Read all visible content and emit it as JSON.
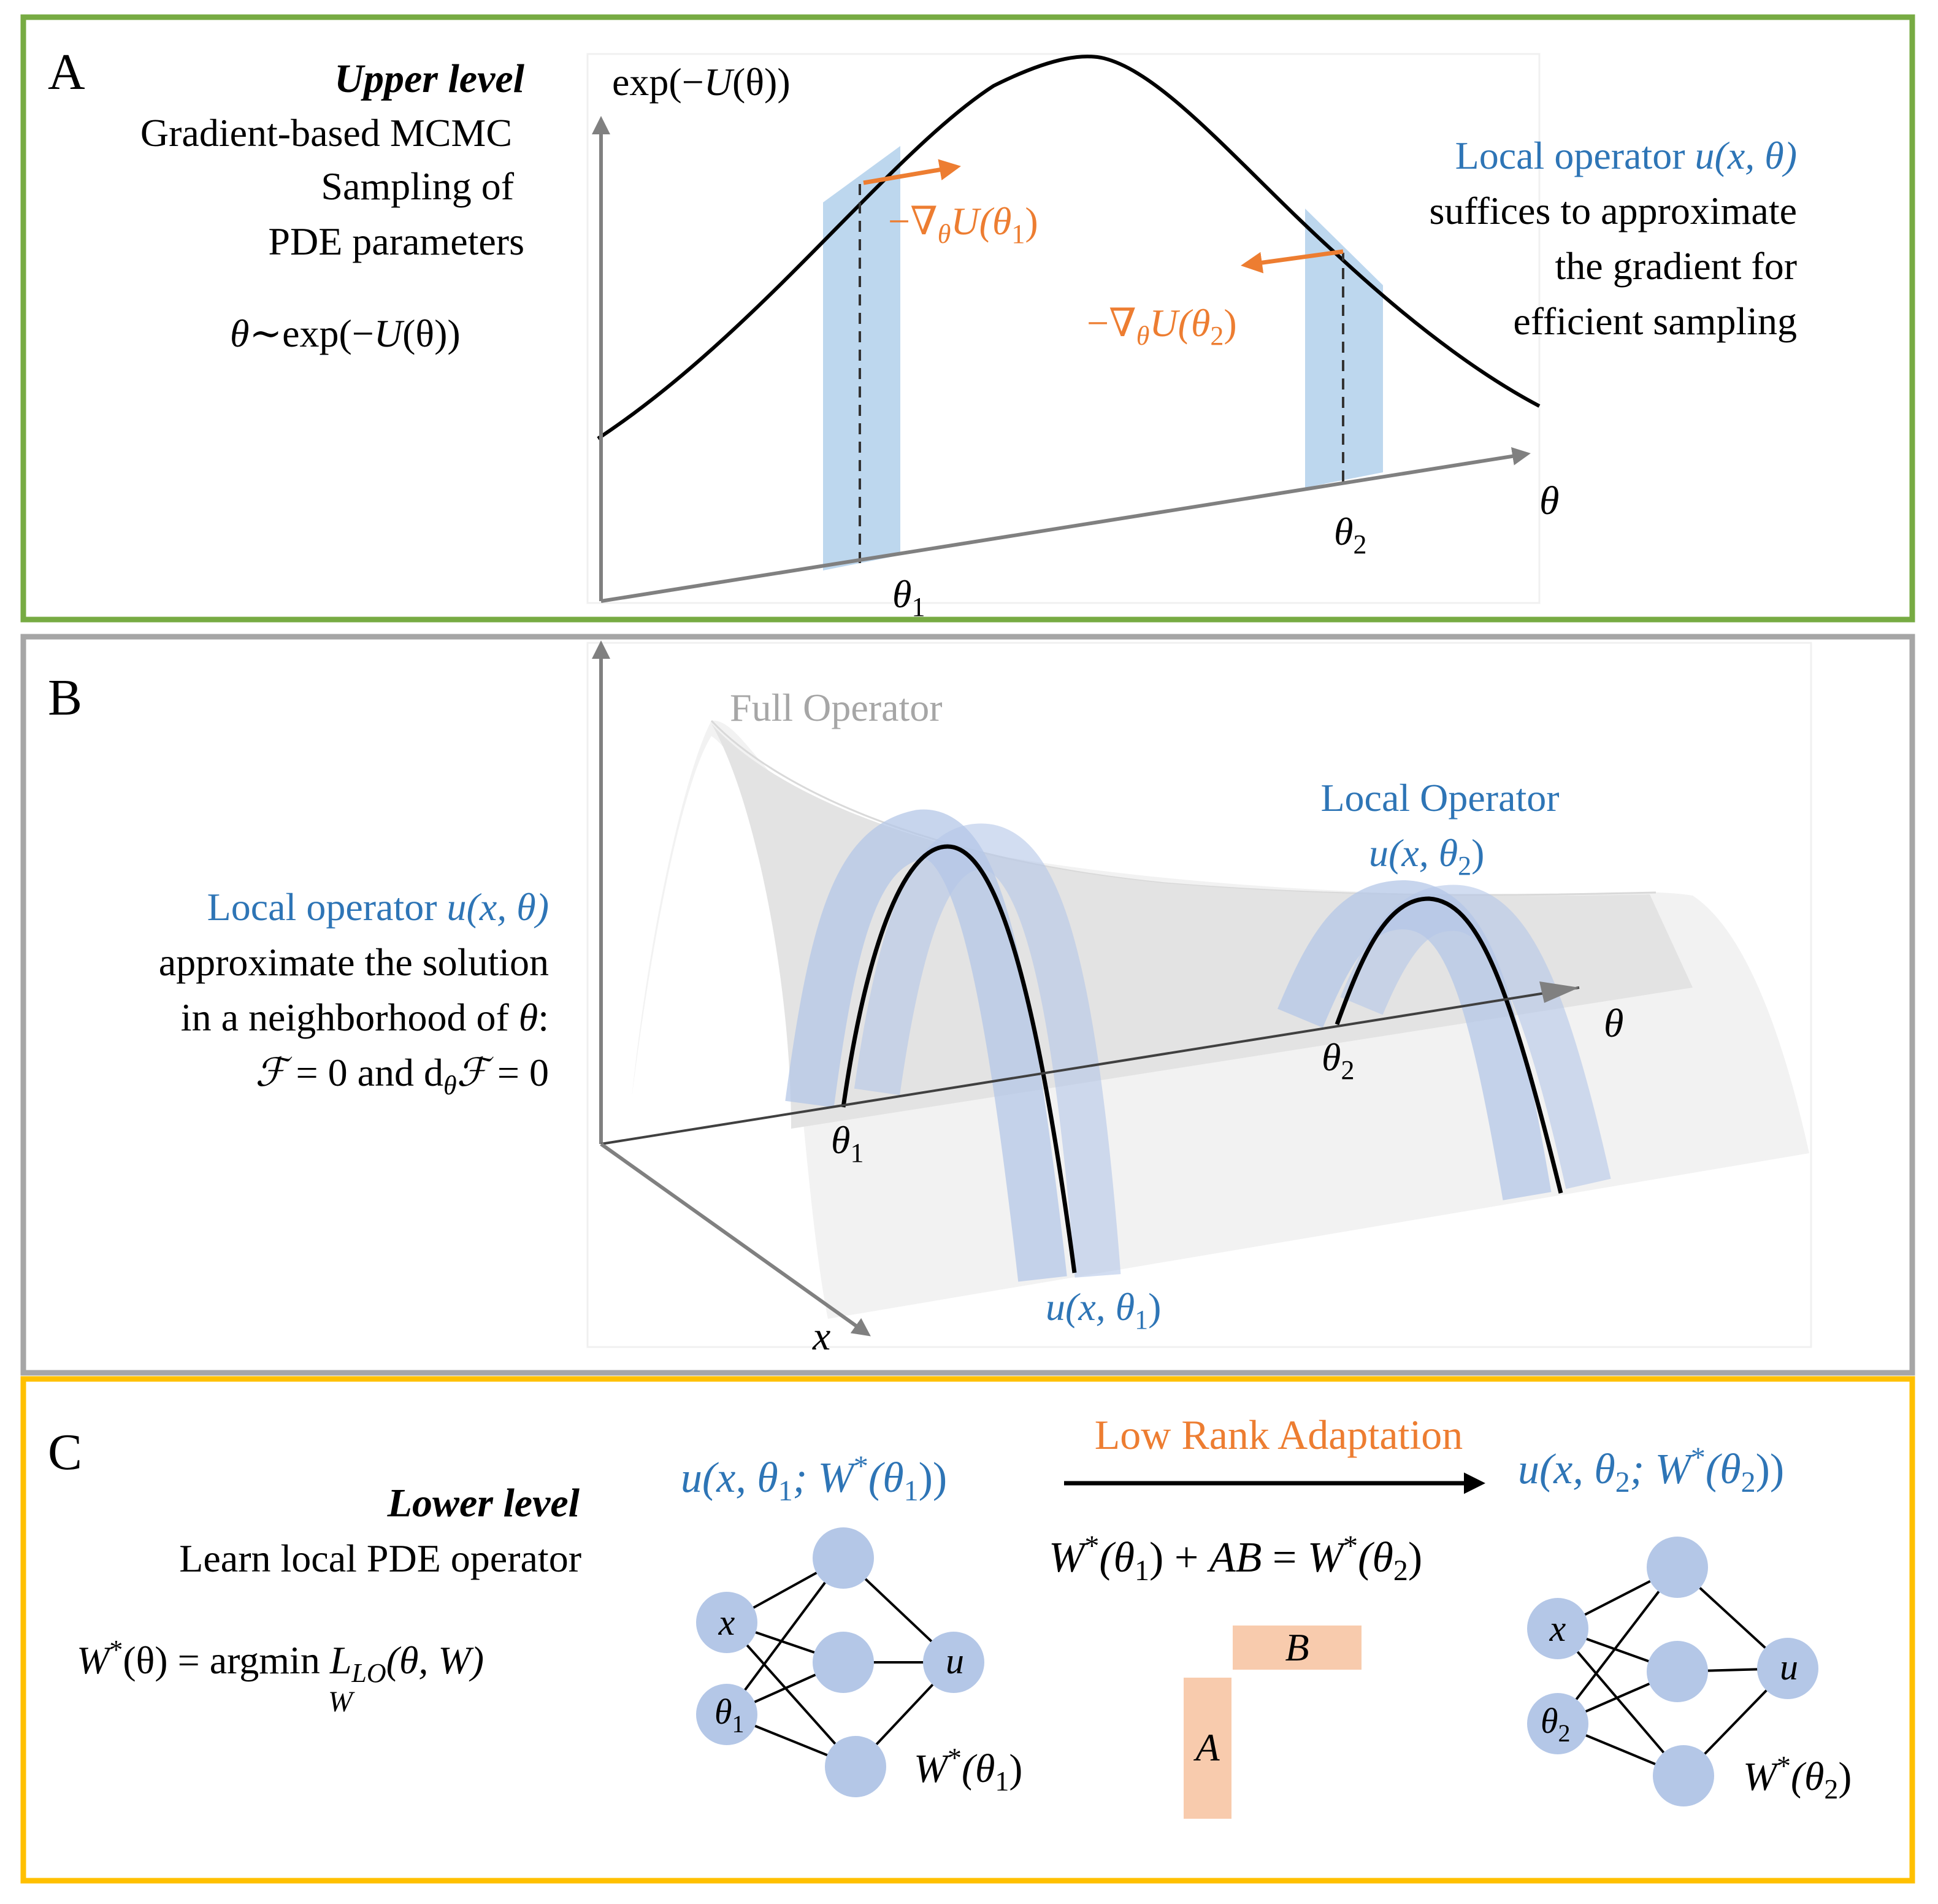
{
  "colors": {
    "panel_a_border": "#77ab43",
    "panel_b_border": "#a6a6a6",
    "panel_c_border": "#ffc000",
    "blue_text": "#2e75b6",
    "orange": "#ed7d31",
    "band_fill": "#bdd7ee",
    "node_fill": "#b4c7e7",
    "lora_fill": "#f8cbad",
    "surface_fill": "#f2f2f2",
    "axis_gray": "#808080"
  },
  "panel_a": {
    "letter": "A",
    "upper_level": "Upper level",
    "desc_line1": "Gradient-based MCMC",
    "desc_line2": "Sampling of",
    "desc_line3": "PDE parameters",
    "dist_theta": "θ",
    "dist_rest": "∼exp(−",
    "dist_U": "U",
    "dist_tail": "(θ))",
    "y_axis_pre": "exp(−",
    "y_axis_U": "U",
    "y_axis_tail": "(θ))",
    "x_axis_label": "θ",
    "theta1": "θ",
    "theta1_sub": "1",
    "theta2": "θ",
    "theta2_sub": "2",
    "grad1": "−∇",
    "grad1_sub": "θ",
    "grad1_U": "U",
    "grad1_arg": "(θ",
    "grad1_argsub": "1",
    "grad1_close": ")",
    "grad2": "−∇",
    "grad2_sub": "θ",
    "grad2_U": "U",
    "grad2_arg": "(θ",
    "grad2_argsub": "2",
    "grad2_close": ")",
    "right_line1_text": "Local operator ",
    "right_line1_math": "u",
    "right_line1_math2": "(x, θ)",
    "right_line2": "suffices to approximate",
    "right_line3": "the gradient for",
    "right_line4": "efficient sampling"
  },
  "panel_b": {
    "letter": "B",
    "full_operator": "Full Operator",
    "left_line1_text": "Local operator ",
    "left_line1_math": "u",
    "left_line1_math2": "(x, θ)",
    "left_line2": "approximate the solution",
    "left_line3": "in a neighborhood of ",
    "left_line3_math": "θ",
    "left_line3_tail": ":",
    "left_line4_F": "ℱ",
    "left_line4_mid": " = 0 and d",
    "left_line4_sub": "θ",
    "left_line4_F2": "ℱ",
    "left_line4_tail": " = 0",
    "local_operator_title": "Local Operator",
    "u_theta2": "u",
    "u_theta2_arg": "(x, θ",
    "u_theta2_sub": "2",
    "u_theta2_close": ")",
    "u_theta1": "u",
    "u_theta1_arg": "(x, θ",
    "u_theta1_sub": "1",
    "u_theta1_close": ")",
    "theta_axis": "θ",
    "x_axis": "x",
    "theta1": "θ",
    "theta1_sub": "1",
    "theta2": "θ",
    "theta2_sub": "2"
  },
  "panel_c": {
    "letter": "C",
    "lower_level": "Lower level",
    "learn": "Learn local PDE operator",
    "w_star": "W",
    "w_star_sup": "*",
    "w_eq": "(θ) = argmin ",
    "w_L": "L",
    "w_L_sub": "LO",
    "w_L_args": "(θ, W)",
    "w_argmin_sub": "W",
    "lora_title": "Low Rank Adaptation",
    "left_model_u": "u",
    "left_model_args": "(x, θ",
    "left_model_sub": "1",
    "left_model_semi": "; W",
    "left_model_sup": "*",
    "left_model_tail": "(θ",
    "left_model_tail_sub": "1",
    "left_model_close": "))",
    "right_model_u": "u",
    "right_model_args": "(x, θ",
    "right_model_sub": "2",
    "right_model_semi": "; W",
    "right_model_sup": "*",
    "right_model_tail": "(θ",
    "right_model_tail_sub": "2",
    "right_model_close": "))",
    "eq_W1": "W",
    "eq_sup1": "*",
    "eq_part1": "(θ",
    "eq_sub1": "1",
    "eq_part2": ") + ",
    "eq_AB": "AB",
    "eq_part3": " = ",
    "eq_W2": "W",
    "eq_sup2": "*",
    "eq_part4": "(θ",
    "eq_sub2": "2",
    "eq_part5": ")",
    "matrix_A": "A",
    "matrix_B": "B",
    "node_x": "x",
    "node_theta": "θ",
    "node_theta1_sub": "1",
    "node_theta2_sub": "2",
    "node_u": "u",
    "net1_W": "W",
    "net1_sup": "*",
    "net1_arg": "(θ",
    "net1_sub": "1",
    "net1_close": ")",
    "net2_W": "W",
    "net2_sup": "*",
    "net2_arg": "(θ",
    "net2_sub": "2",
    "net2_close": ")"
  }
}
